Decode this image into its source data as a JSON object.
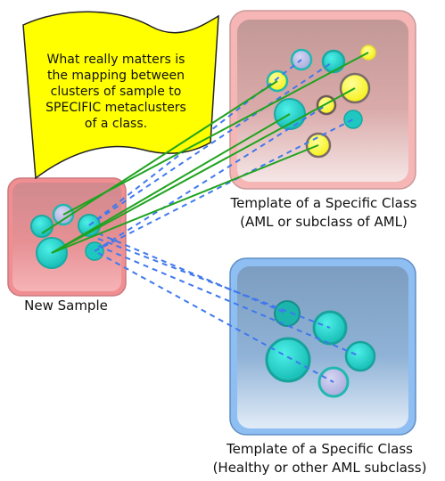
{
  "note": {
    "lines": [
      "What really matters is",
      "the mapping between",
      "clusters of sample to",
      "SPECIFIC metaclusters",
      "of a class."
    ]
  },
  "new_sample": {
    "label": "New Sample"
  },
  "template_specific": {
    "line1": "Template of a Specific Class",
    "line2": "(AML or subclass of AML)"
  },
  "template_other": {
    "line1": "Template of a Specific Class",
    "line2": "(Healthy or other AML subclass)"
  },
  "colors": {
    "sample_box": "#ee8f92",
    "template_specific_box": "#f4b8b8",
    "template_other_box": "#8fbbee",
    "note_fill": "#ffff00",
    "cluster_teal": "#1ec8c0",
    "cluster_yellow": "#ffff22",
    "match_line": "#22aa22",
    "other_line": "#4477ee"
  }
}
